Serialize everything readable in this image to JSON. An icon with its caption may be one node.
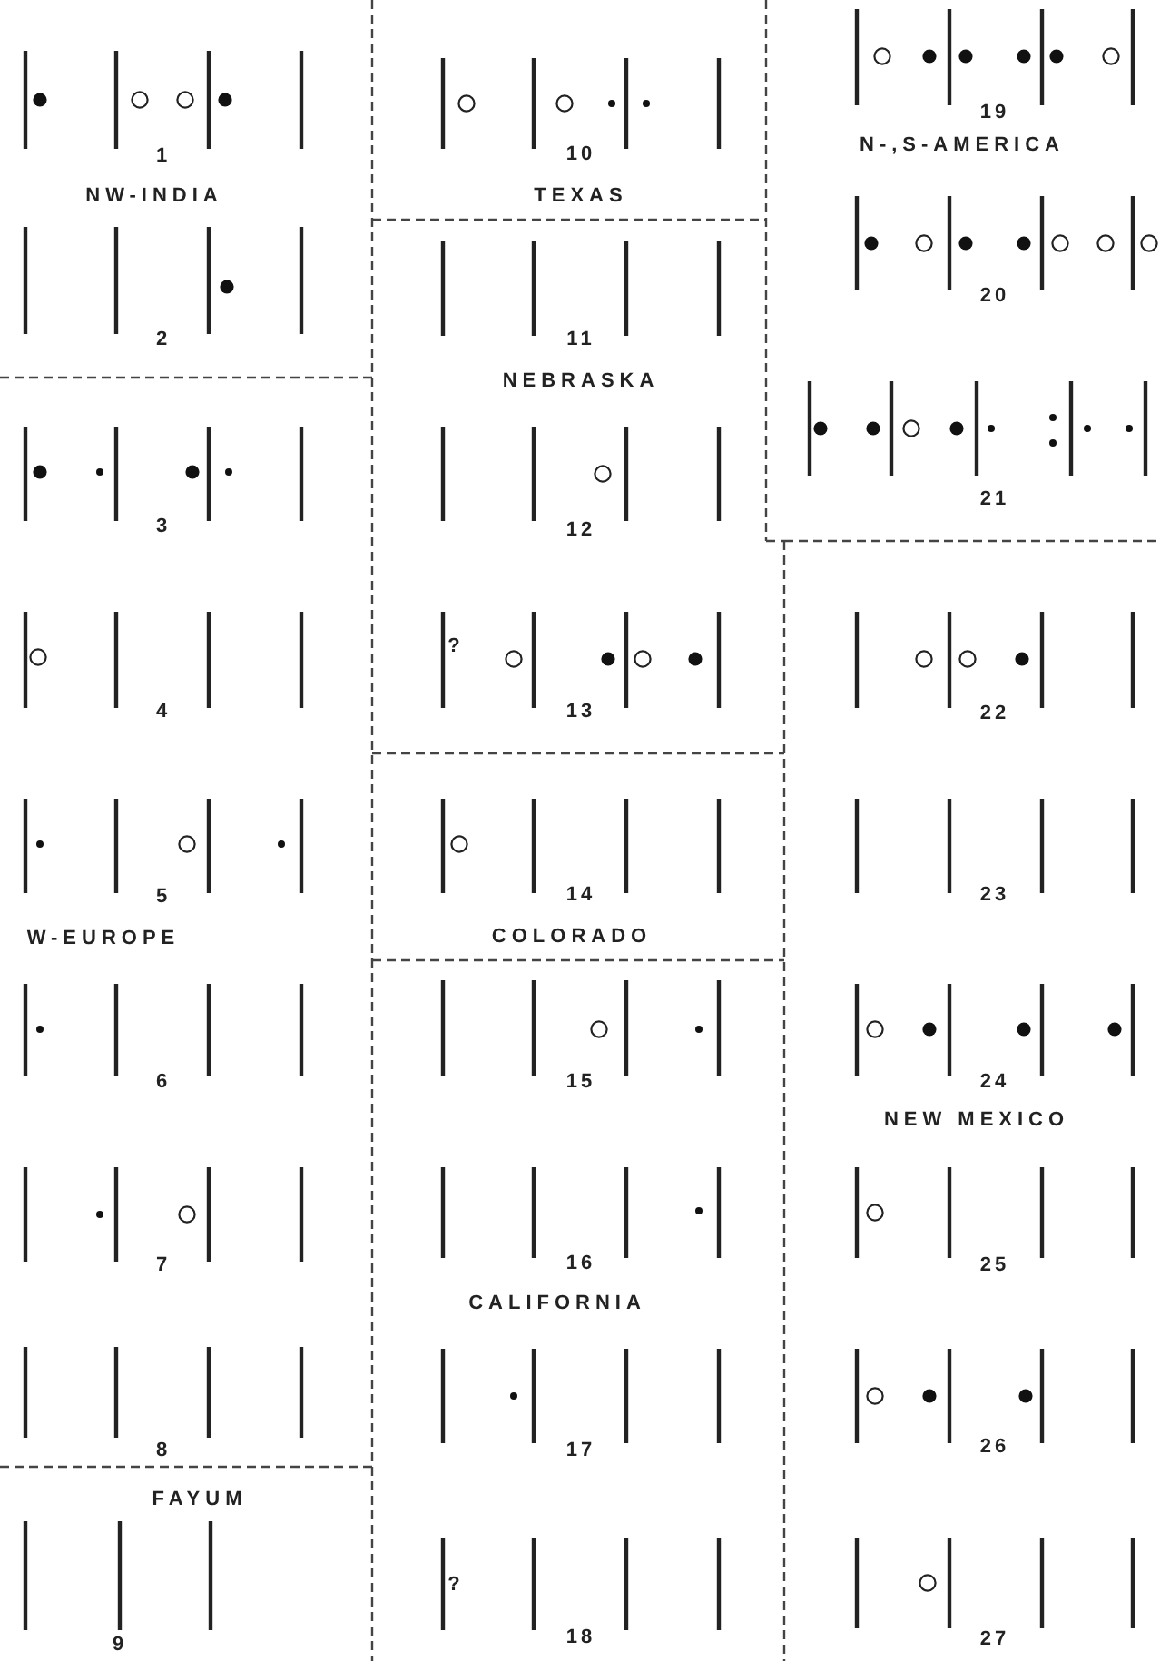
{
  "diagram": {
    "labels": [
      "1",
      "NW-INDIA",
      "2",
      "3",
      "4",
      "5",
      "W-EUROPE",
      "6",
      "7",
      "8",
      "FAYUM",
      "9",
      "10",
      "TEXAS",
      "11",
      "NEBRASKA",
      "12",
      "?",
      "13",
      "14",
      "COLORADO",
      "15",
      "16",
      "CALIFORNIA",
      "17",
      "?",
      "18",
      "19",
      "N-,S-AMERICA",
      "20",
      "21",
      "22",
      "23",
      "24",
      "NEW MEXICO",
      "25",
      "26",
      "27"
    ]
  }
}
